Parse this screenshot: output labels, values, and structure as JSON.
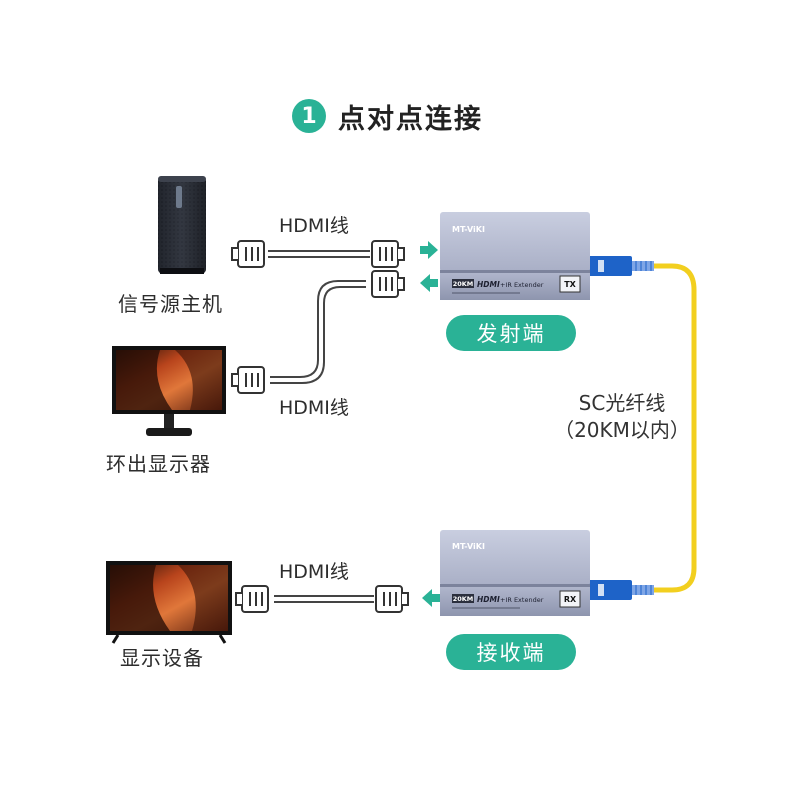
{
  "title": {
    "number": "1",
    "text": "点对点连接"
  },
  "devices": {
    "source": "信号源主机",
    "loop_monitor": "环出显示器",
    "display": "显示设备"
  },
  "cables": {
    "hdmi_top": "HDMI线",
    "hdmi_loop": "HDMI线",
    "hdmi_bottom": "HDMI线",
    "fiber_line1": "SC光纤线",
    "fiber_line2": "（20KM以内）"
  },
  "units": {
    "transmitter": {
      "label": "发射端",
      "brand": "MT-ViKI",
      "tag": "TX",
      "km": "20KM",
      "hdmi": "HDMI",
      "model": "+IR Extender"
    },
    "receiver": {
      "label": "接收端",
      "brand": "MT-ViKI",
      "tag": "RX",
      "km": "20KM",
      "hdmi": "HDMI",
      "model": "+IR Extender"
    }
  },
  "colors": {
    "accent": "#2ab296",
    "fiber": "#f2cf1f",
    "sc_connector": "#1e63c8",
    "arrow": "#2ab296"
  }
}
